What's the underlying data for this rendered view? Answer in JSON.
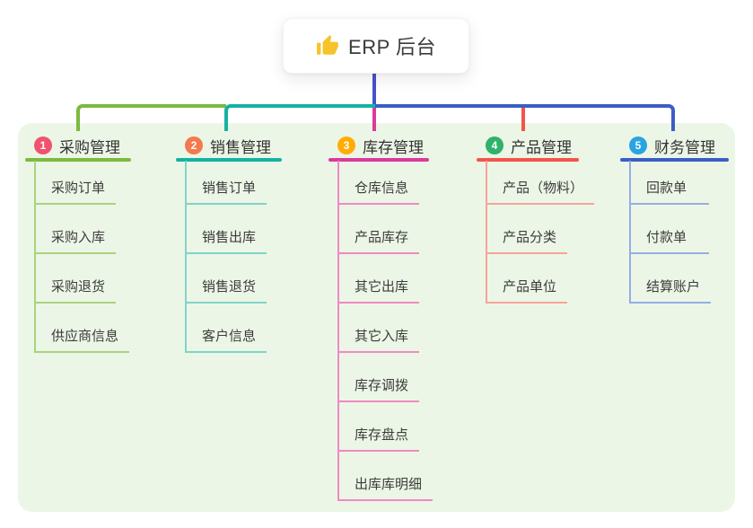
{
  "root": {
    "title": "ERP 后台",
    "icon": "thumbs-up-icon"
  },
  "colors": {
    "page_bg": "#FFFFFF",
    "panel_bg": "#ECF6E6",
    "stem": "#4653C8",
    "node_text": "#3A3A3A",
    "thumb_gold": "#F6C32A"
  },
  "branches": [
    {
      "number": "1",
      "label": "采购管理",
      "badge_color": "#F0536E",
      "line_color": "#7CB93E",
      "child_line_color": "#A9D37E",
      "children": [
        "采购订单",
        "采购入库",
        "采购退货",
        "供应商信息"
      ]
    },
    {
      "number": "2",
      "label": "销售管理",
      "badge_color": "#F4794E",
      "line_color": "#14B2A3",
      "child_line_color": "#7FD4C8",
      "children": [
        "销售订单",
        "销售出库",
        "销售退货",
        "客户信息"
      ]
    },
    {
      "number": "3",
      "label": "库存管理",
      "badge_color": "#FFAD05",
      "line_color": "#DB3A9B",
      "child_line_color": "#EE8AC4",
      "children": [
        "仓库信息",
        "产品库存",
        "其它出库",
        "其它入库",
        "库存调拨",
        "库存盘点",
        "出库库明细"
      ]
    },
    {
      "number": "4",
      "label": "产品管理",
      "badge_color": "#2FB26A",
      "line_color": "#F4544A",
      "child_line_color": "#F8A29B",
      "children": [
        "产品（物料）",
        "产品分类",
        "产品单位"
      ]
    },
    {
      "number": "5",
      "label": "财务管理",
      "badge_color": "#29A4E2",
      "line_color": "#3B5EC5",
      "child_line_color": "#95AEE4",
      "children": [
        "回款单",
        "付款单",
        "结算账户"
      ]
    }
  ]
}
